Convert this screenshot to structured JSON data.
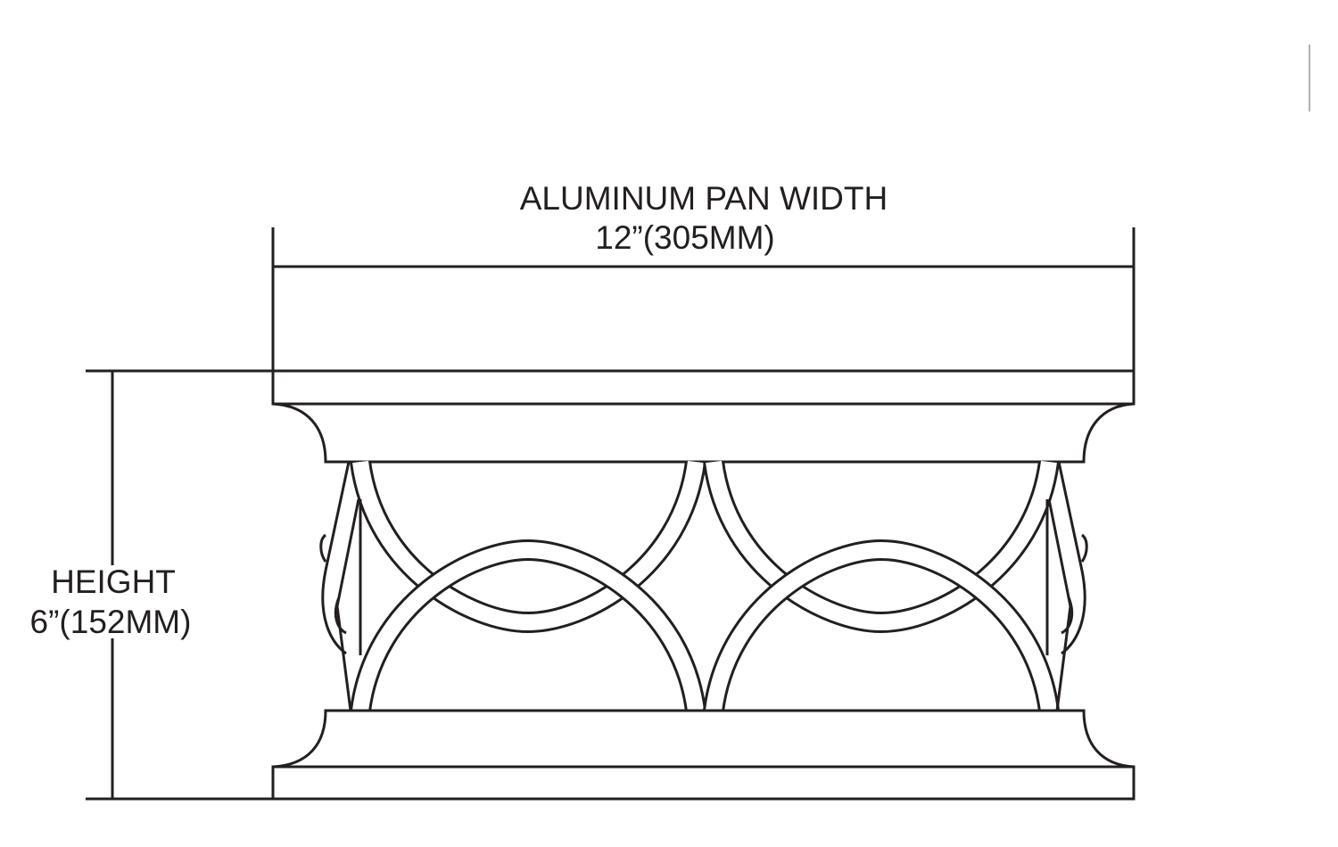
{
  "diagram": {
    "width_label": "ALUMINUM PAN WIDTH",
    "width_value": "12”(305MM)",
    "height_label": "HEIGHT",
    "height_value": "6”(152MM)"
  },
  "colors": {
    "line": "#231f20",
    "background": "#ffffff",
    "marker": "#b3b3b3"
  }
}
